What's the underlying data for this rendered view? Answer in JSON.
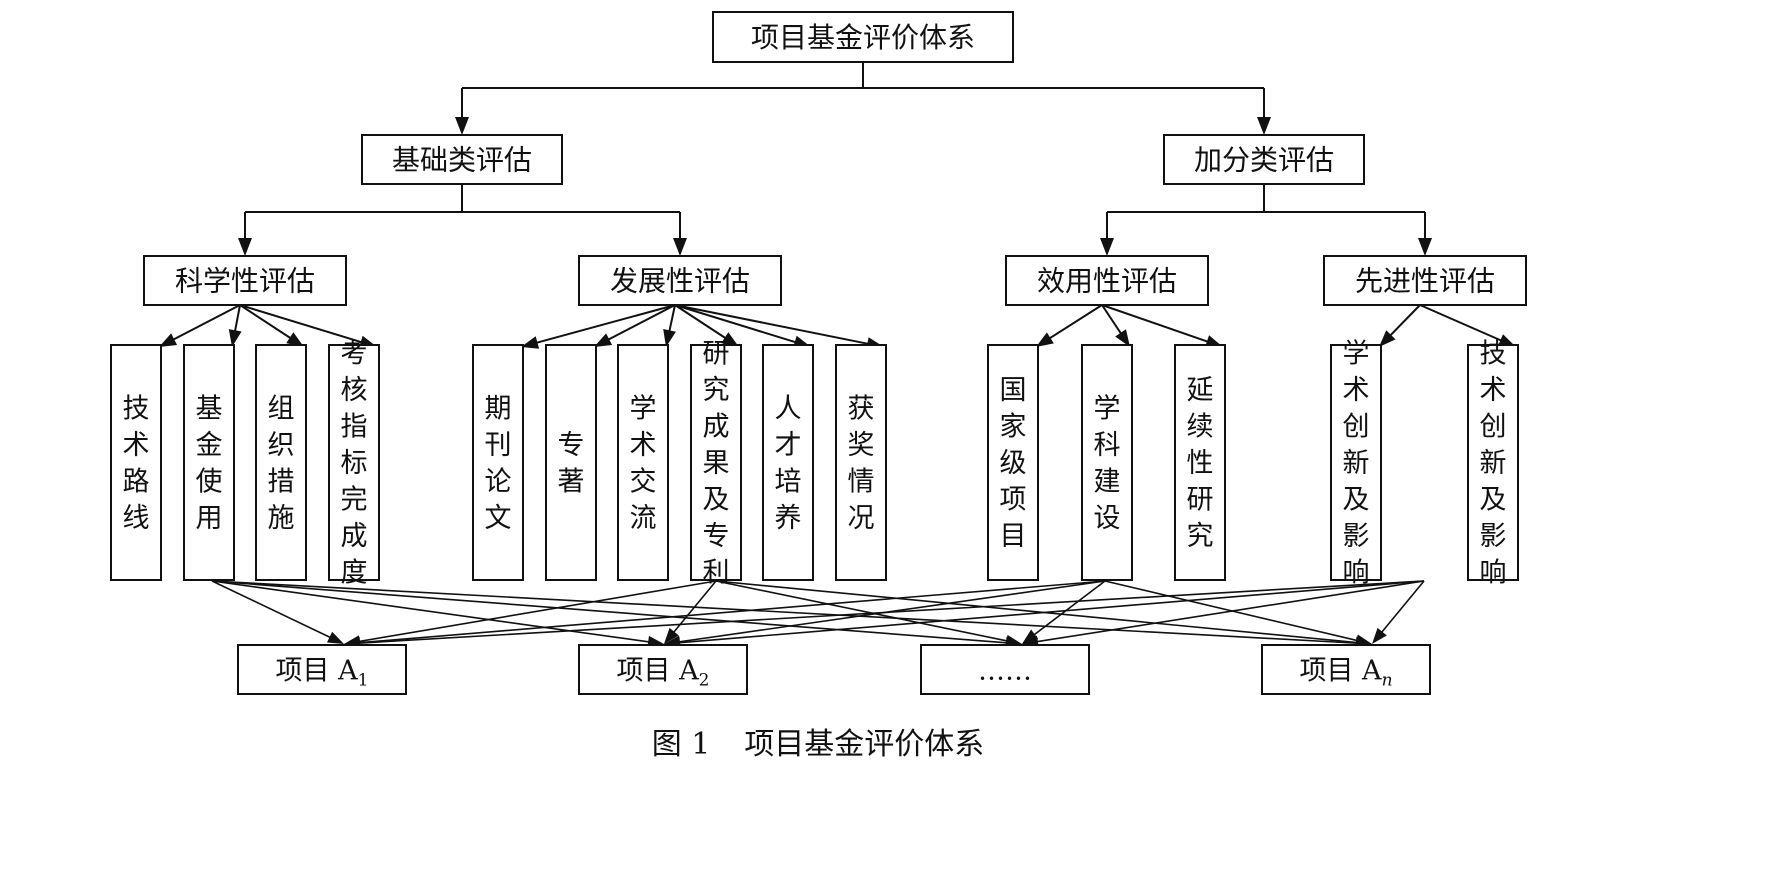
{
  "root": {
    "label": "项目基金评价体系"
  },
  "level1": [
    {
      "label": "基础类评估"
    },
    {
      "label": "加分类评估"
    }
  ],
  "level2": [
    {
      "label": "科学性评估"
    },
    {
      "label": "发展性评估"
    },
    {
      "label": "效用性评估"
    },
    {
      "label": "先进性评估"
    }
  ],
  "indicators": [
    {
      "label": "技术路线"
    },
    {
      "label": "基金使用"
    },
    {
      "label": "组织措施"
    },
    {
      "label": "考核指标完成度"
    },
    {
      "label": "期刊论文"
    },
    {
      "label": "专著"
    },
    {
      "label": "学术交流"
    },
    {
      "label": "研究成果及专利"
    },
    {
      "label": "人才培养"
    },
    {
      "label": "获奖情况"
    },
    {
      "label": "国家级项目"
    },
    {
      "label": "学科建设"
    },
    {
      "label": "延续性研究"
    },
    {
      "label": "学术创新及影响"
    },
    {
      "label": "技术创新及影响"
    }
  ],
  "projects": [
    {
      "label": "项目 A",
      "sub": "1",
      "sub_italic": false
    },
    {
      "label": "项目 A",
      "sub": "2",
      "sub_italic": false
    },
    {
      "label": "……",
      "sub": "",
      "sub_italic": false
    },
    {
      "label": "项目 A",
      "sub": "n",
      "sub_italic": true
    }
  ],
  "caption": {
    "number": "图 1",
    "title": "项目基金评价体系"
  }
}
